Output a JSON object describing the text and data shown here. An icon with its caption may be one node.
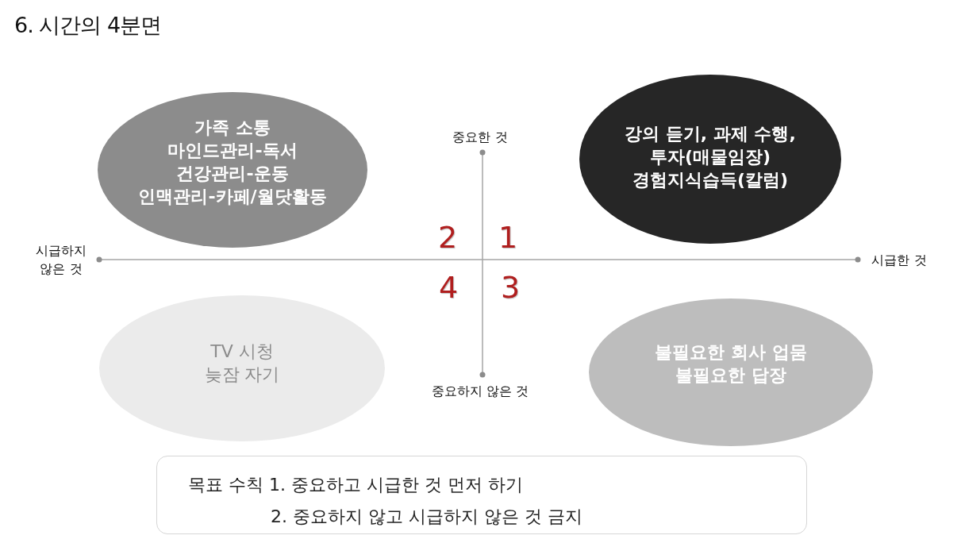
{
  "diagram": {
    "title": "6. 시간의 4분면",
    "nodes": [
      {
        "text": [
          "가족 소통",
          "마인드관리-독서",
          "건강관리-운동",
          "인맥관리-카페/월닷활동"
        ]
      },
      {
        "text": [
          "강의 듣기, 과제 수행, 투자(매물임장)",
          "경험지식습득(칼럼)"
        ]
      },
      {
        "text": [
          "TV 시청",
          "늦잠 자기"
        ]
      },
      {
        "text": [
          "불필요한 회사 업뭄",
          "불필요한 답장"
        ]
      },
      {
        "text": [
          "목표 수칙 1. 중요하고 시급한 것 먼저 하기",
          "2. 중요하지 않고 시급하지 않은 것 금지"
        ]
      }
    ],
    "labels": [
      "중요한 것",
      "2",
      "1",
      "시급하지 않은 것",
      "시급한 것",
      "4",
      "3",
      "중요하지 않은 것"
    ]
  }
}
